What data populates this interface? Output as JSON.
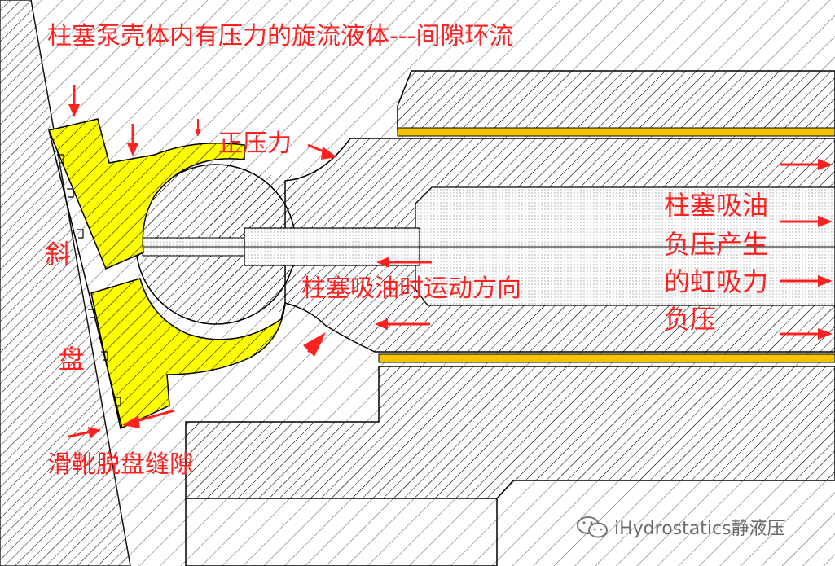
{
  "labels": {
    "casing_fluid": "柱塞泵壳体内有压力的旋流液体---间隙环流",
    "positive_pressure": "正压力",
    "motion_direction": "柱塞吸油时运动方向",
    "suction_line1": "柱塞吸油",
    "suction_line2": "负压产生",
    "suction_line3": "的虹吸力",
    "suction_line4": "负压",
    "swash_char1": "斜",
    "swash_char2": "盘",
    "slipper_gap": "滑靴脱盘缝隙"
  },
  "watermark": {
    "icon": "wechat-icon",
    "text": "iHydrostatics静液压"
  },
  "colors": {
    "label": "#ff2020",
    "slipper": "#ffff00",
    "hatch": "#000000",
    "stripe": "#f5c400"
  }
}
